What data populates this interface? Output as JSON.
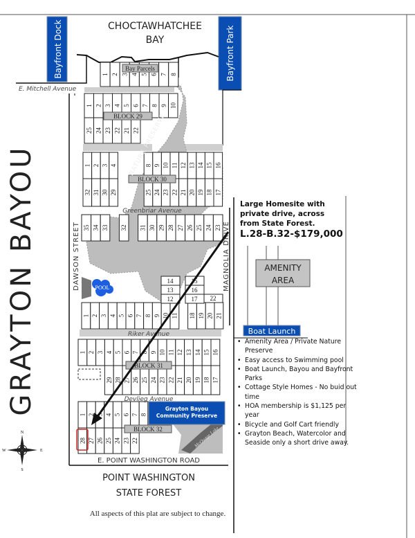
{
  "map": {
    "water_body": [
      "CHOCTAWHATCHEE",
      "BAY"
    ],
    "bayou": "GRAYTON BAYOU",
    "bayfront_dock": "Bayfront Dock",
    "bayfront_park": "Bayfront Park",
    "bay_parcels_label": "Bay Parcels",
    "bay_parcels": [
      "1",
      "2",
      "3",
      "4",
      "5",
      "6",
      "7",
      "8"
    ],
    "streets": {
      "mitchell": "E. Mitchell Avenue",
      "greenbriar": "Greenbriar Avenue",
      "riker": "Riker Avenue",
      "devlieg": "Devlieg Avenue",
      "point_washington_road": "E. POINT WASHINGTON ROAD",
      "dawson": "DAWSON STREET",
      "magnolia": "MAGNOLIA DRIVE"
    },
    "nature_preserve": "NATURE PRESERVE",
    "pool": "POOL",
    "amenity_area": [
      "AMENITY",
      "AREA"
    ],
    "boat_launch": "Boat Launch",
    "community_preserve": [
      "Grayton Bayou",
      "Community Preserve"
    ],
    "lake": "McQuage Lake",
    "state_forest": [
      "POINT WASHINGTON",
      "STATE FOREST"
    ],
    "compass": [
      "N",
      "E",
      "S",
      "W"
    ],
    "disclaimer": "All aspects of this plat are subject to change.",
    "blocks": {
      "b29": {
        "label": "BLOCK 29",
        "top": [
          "1",
          "2",
          "3",
          "4",
          "5",
          "6",
          "7",
          "8",
          "9",
          "10"
        ],
        "bottom": [
          "25",
          "24",
          "23",
          "22",
          "21",
          "22"
        ]
      },
      "b30": {
        "label": "BLOCK 30",
        "top": [
          "1",
          "2",
          "3",
          "4",
          "",
          "",
          "",
          "8",
          "9",
          "10",
          "11",
          "12",
          "13",
          "14",
          "15",
          "16"
        ],
        "bottom": [
          "32",
          "31",
          "30",
          "29",
          "",
          "",
          "",
          "25",
          "24",
          "23",
          "22",
          "21",
          "20",
          "19",
          "18",
          "17"
        ]
      },
      "mid": {
        "top": [
          "35",
          "34",
          "33",
          "",
          "32",
          "",
          "31",
          "30",
          "29",
          "28",
          "27",
          "26",
          "25",
          "24",
          "23"
        ],
        "bottom": [
          "1",
          "2",
          "3",
          "4",
          "5",
          "6",
          "7",
          "8",
          "9",
          "10",
          "11",
          "",
          "18",
          "19",
          "20",
          "21"
        ],
        "inner_left": [
          "14",
          "13",
          "12"
        ],
        "inner_right": [
          "15",
          "16",
          "17"
        ],
        "inner_extra": "22"
      },
      "b31": {
        "label": "BLOCK 31",
        "top": [
          "1",
          "2",
          "3",
          "4",
          "5",
          "6",
          "7",
          "8",
          "9",
          "10",
          "11",
          "12",
          "13",
          "14",
          "15",
          "16"
        ],
        "bottom": [
          "",
          "",
          "",
          "29",
          "28",
          "27",
          "26",
          "25",
          "24",
          "23",
          "22",
          "21",
          "20",
          "19",
          "18",
          "17"
        ]
      },
      "b32": {
        "label": "BLOCK 32",
        "top": [
          "1",
          "2",
          "3",
          "4",
          "5",
          "6",
          "7",
          "8"
        ],
        "bottom": [
          "28",
          "27",
          "26",
          "25",
          "24",
          "23",
          "22"
        ]
      }
    },
    "highlighted_lot": "28",
    "colors": {
      "blue": "#0a4eb3",
      "highlight": "#cc2a2a",
      "preserve": "#bdbdbd"
    }
  },
  "listing": {
    "headline": "Large Homesite with private drive, across from State Forest.",
    "price_line": "L.28-B.32-$179,000",
    "features": [
      "Amenity Area / Private Nature Preserve",
      "Easy access to Swimming pool",
      "Boat Launch, Bayou and Bayfront Parks",
      "Cottage Style Homes - No buid out time",
      "HOA membership is $1,125 per year",
      "Bicycle and Golf Cart friendly",
      "Grayton Beach, Watercolor and Seaside only a short drive away."
    ]
  }
}
